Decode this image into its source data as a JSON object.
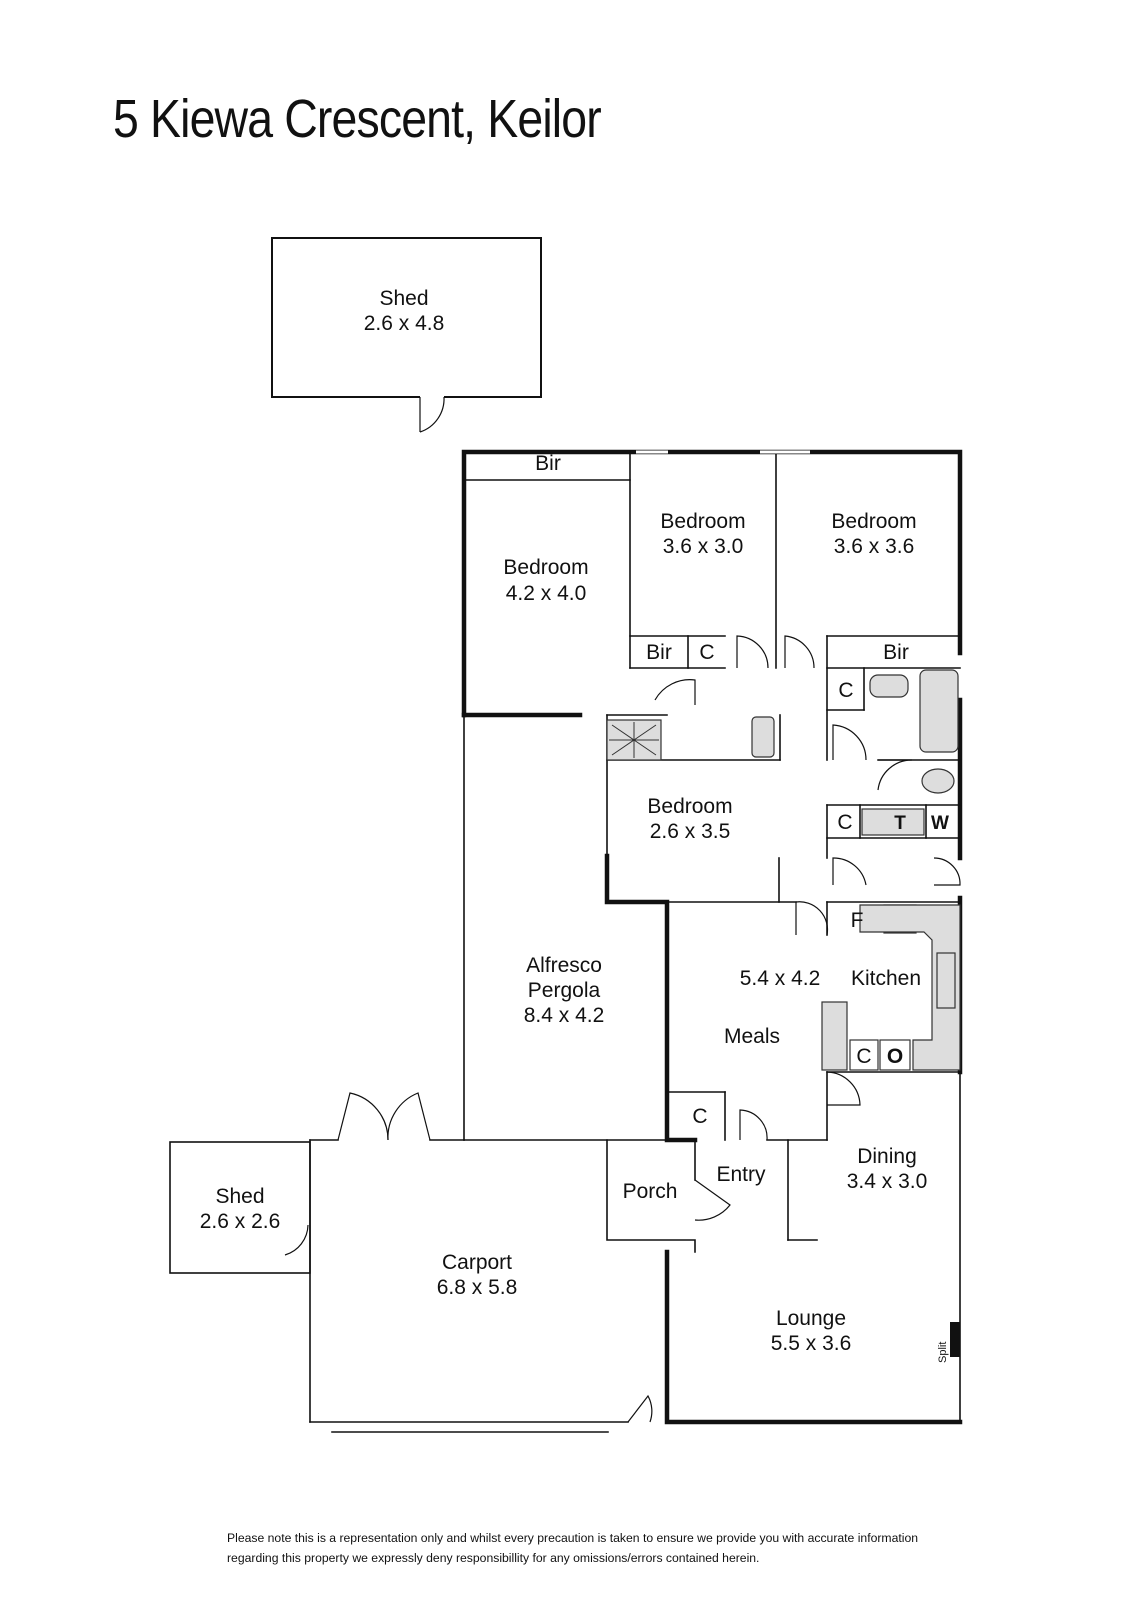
{
  "title": "5 Kiewa Crescent, Keilor",
  "rooms": {
    "shed_large": {
      "name": "Shed",
      "dims": "2.6 x 4.8"
    },
    "bedroom_1": {
      "name": "Bedroom",
      "dims": "4.2 x 4.0"
    },
    "bedroom_2": {
      "name": "Bedroom",
      "dims": "3.6 x 3.0"
    },
    "bedroom_3": {
      "name": "Bedroom",
      "dims": "3.6 x 3.6"
    },
    "bedroom_4": {
      "name": "Bedroom",
      "dims": "2.6 x 3.5"
    },
    "alfresco": {
      "name1": "Alfresco",
      "name2": "Pergola",
      "dims": "8.4 x 4.2"
    },
    "kitchen": {
      "name": "Kitchen",
      "dims": "5.4 x 4.2"
    },
    "meals": {
      "name": "Meals"
    },
    "dining": {
      "name": "Dining",
      "dims": "3.4 x 3.0"
    },
    "entry": {
      "name": "Entry"
    },
    "porch": {
      "name": "Porch"
    },
    "lounge": {
      "name": "Lounge",
      "dims": "5.5 x 3.6"
    },
    "shed_small": {
      "name": "Shed",
      "dims": "2.6 x 2.6"
    },
    "carport": {
      "name": "Carport",
      "dims": "6.8 x 5.8"
    }
  },
  "labels": {
    "bir": "Bir",
    "closet": "C",
    "fridge": "F",
    "trough": "T",
    "washer": "W",
    "oven": "O",
    "split": "Split"
  },
  "disclaimer": "Please note this is a representation only and whilst every precaution is taken to ensure we provide you with accurate information regarding this property we expressly deny responsibillity for any omissions/errors contained herein."
}
